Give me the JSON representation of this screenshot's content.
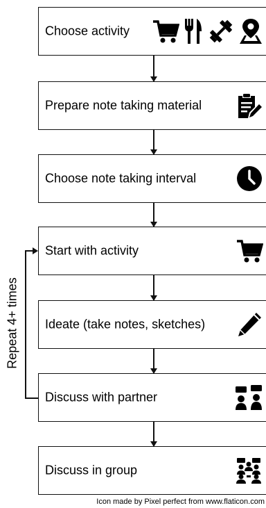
{
  "steps": [
    {
      "label": "Choose activity",
      "icons": [
        "shopping-cart-icon",
        "utensils-icon",
        "dumbbell-icon",
        "map-marker-icon"
      ]
    },
    {
      "label": "Prepare note taking material",
      "icons": [
        "clipboard-pen-icon"
      ]
    },
    {
      "label": "Choose note taking interval",
      "icons": [
        "clock-icon"
      ]
    },
    {
      "label": "Start with activity",
      "icons": [
        "shopping-cart-icon"
      ]
    },
    {
      "label": "Ideate (take notes, sketches)",
      "icons": [
        "pencil-icon"
      ]
    },
    {
      "label": "Discuss with partner",
      "icons": [
        "partner-discussion-icon"
      ]
    },
    {
      "label": "Discuss in group",
      "icons": [
        "group-discussion-icon"
      ]
    }
  ],
  "loop": {
    "label": "Repeat 4+ times"
  },
  "credit": "Icon made by Pixel perfect from www.flaticon.com"
}
